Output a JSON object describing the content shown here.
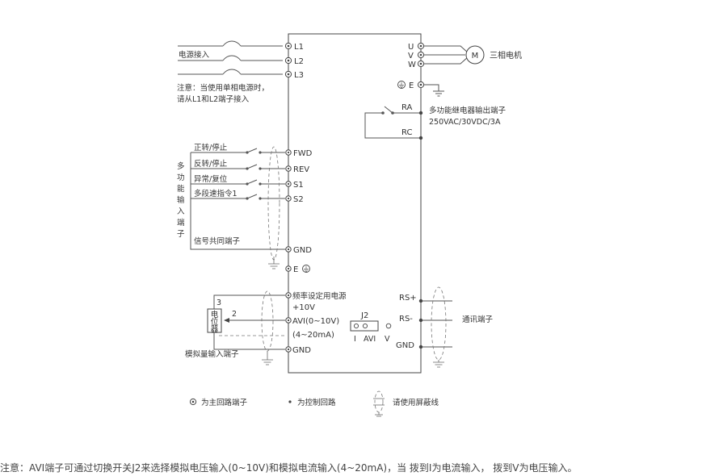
{
  "main_terminals": {
    "inputs": [
      "L1",
      "L2",
      "L3"
    ],
    "outputs": [
      "U",
      "V",
      "W"
    ],
    "earth": "E",
    "motor_symbol": "M"
  },
  "labels": {
    "power_input": "电源接入",
    "note_line1": "注意：当使用单相电源时，",
    "note_line2": "请从L1和L2端子接入",
    "motor": "三相电机",
    "relay_title": "多功能继电器输出端子",
    "relay_rating": "250VAC/30VDC/3A",
    "multi_input_vertical": [
      "多",
      "功",
      "能",
      "输",
      "入",
      "端",
      "子"
    ],
    "common_terminal": "信号共同端子",
    "freq_supply": "频率设定用电源",
    "pot": [
      "电",
      "位",
      "器"
    ],
    "analog_input": "模拟量输入端子",
    "comm": "通讯端子"
  },
  "relay_terminals": [
    "RA",
    "RC"
  ],
  "digital_inputs": [
    {
      "terminal": "FWD",
      "function": "正转/停止"
    },
    {
      "terminal": "REV",
      "function": "反转/停止"
    },
    {
      "terminal": "S1",
      "function": "异常/复位"
    },
    {
      "terminal": "S2",
      "function": "多段速指令1"
    }
  ],
  "control_terminals": {
    "gnd": "GND",
    "earth": "E",
    "plus10v": "+10V",
    "avi_v": "AVI(0~10V)",
    "avi_i": "(4~20mA)",
    "gnd2": "GND"
  },
  "pot_pins": [
    "3",
    "2"
  ],
  "jumper": {
    "name": "J2",
    "labels": [
      "I",
      "AVI",
      "V"
    ]
  },
  "comm_terminals": [
    "RS+",
    "RS-",
    "GND"
  ],
  "legend": {
    "main_circuit": "为主回路端子",
    "control_circuit": "为控制回路",
    "shielded": "请使用屏蔽线"
  },
  "footnote": "注意：AVI端子可通过切换开关J2来选择模拟电压输入(0~10V)和模拟电流输入(4~20mA)，当    拨到I为电流输入，  拨到V为电压输入。"
}
